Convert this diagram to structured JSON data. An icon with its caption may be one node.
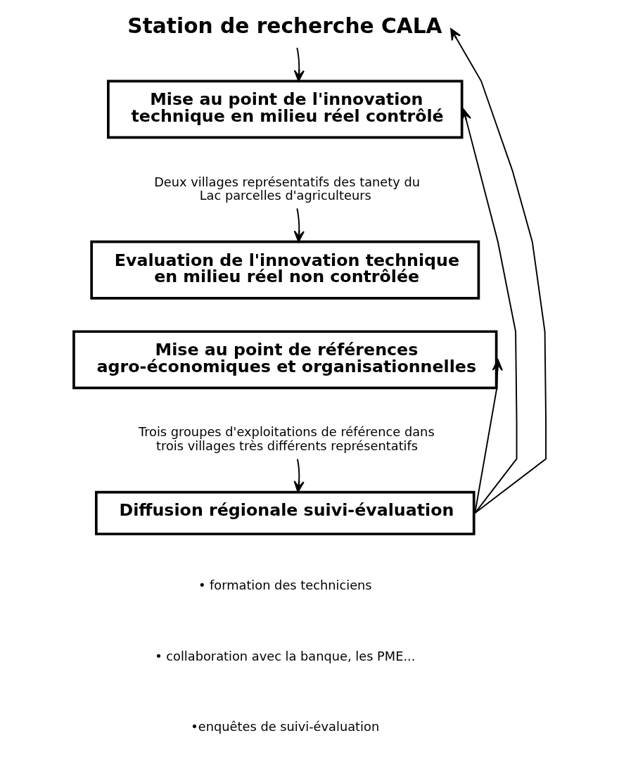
{
  "diagram": {
    "nodes": [
      {
        "text": [
          "Station de recherche CALA"
        ]
      },
      {
        "text": [
          "Mise au point de l'innovation technique en milieu réel contrôlé"
        ]
      },
      {
        "text": [
          "Deux villages représentatifs des tanety du  Lac parcelles d'agriculteurs"
        ]
      },
      {
        "text": [
          "Evaluation de l'innovation technique en milieu réel non contrôlée"
        ]
      },
      {
        "text": [
          "Mise au point de références agro-économiques et organisationnelles"
        ]
      },
      {
        "text": [
          "Trois groupes d'exploitations de référence dans trois villages très différents représentatifs"
        ]
      },
      {
        "text": [
          "Diffusion régionale suivi-évaluation"
        ]
      }
    ],
    "edges": [
      {
        "from": 0,
        "to": 1,
        "arrow": "to"
      },
      {
        "from": 2,
        "to": 3,
        "arrow": "to"
      },
      {
        "from": 5,
        "to": 6,
        "arrow": "to"
      },
      {
        "from": 6,
        "to": 0,
        "arrow": "to"
      },
      {
        "from": 6,
        "to": 1,
        "arrow": "to"
      },
      {
        "from": 6,
        "to": 4,
        "arrow": "to"
      }
    ],
    "labels": [
      "• formation des techniciens",
      "• collaboration avec la banque, les PME...",
      "•enquêtes de suivi-évaluation"
    ]
  }
}
